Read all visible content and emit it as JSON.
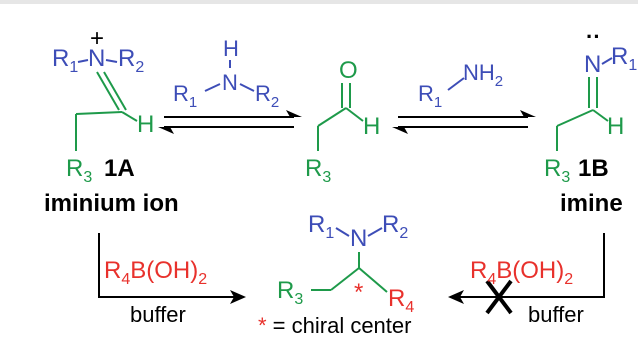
{
  "colors": {
    "amine": "#3d4db7",
    "carbon_chain": "#1e9a4a",
    "boronic": "#e8312c",
    "text": "#000000",
    "top_rule": "#e6e6e6"
  },
  "iminium": {
    "r1": "R",
    "r1_sub": "1",
    "n": "N",
    "charge": "+",
    "r2": "R",
    "r2_sub": "2",
    "h": "H",
    "r3": "R",
    "r3_sub": "3",
    "compound_number": "1A",
    "name": "iminium ion"
  },
  "secondary_amine": {
    "h": "H",
    "n": "N",
    "r1": "R",
    "r1_sub": "1",
    "r2": "R",
    "r2_sub": "2"
  },
  "aldehyde": {
    "o": "O",
    "h": "H",
    "r3": "R",
    "r3_sub": "3"
  },
  "primary_amine": {
    "r1": "R",
    "r1_sub": "1",
    "nh": "NH",
    "nh_sub": "2"
  },
  "imine": {
    "n": "N",
    "lone_pair": "··",
    "r1": "R",
    "r1_sub": "1",
    "h": "H",
    "r3": "R",
    "r3_sub": "3",
    "compound_number": "1B",
    "name": "imine"
  },
  "left_reagent": {
    "text": "R",
    "sub": "4",
    "rest": "B(OH)",
    "sub2": "2",
    "condition": "buffer"
  },
  "right_reagent": {
    "text": "R",
    "sub": "4",
    "rest": "B(OH)",
    "sub2": "2",
    "condition": "buffer"
  },
  "product": {
    "r1": "R",
    "r1_sub": "1",
    "n": "N",
    "r2": "R",
    "r2_sub": "2",
    "r3": "R",
    "r3_sub": "3",
    "r4": "R",
    "r4_sub": "4",
    "star": "*"
  },
  "legend": {
    "star": "*",
    "text": " = chiral center"
  }
}
